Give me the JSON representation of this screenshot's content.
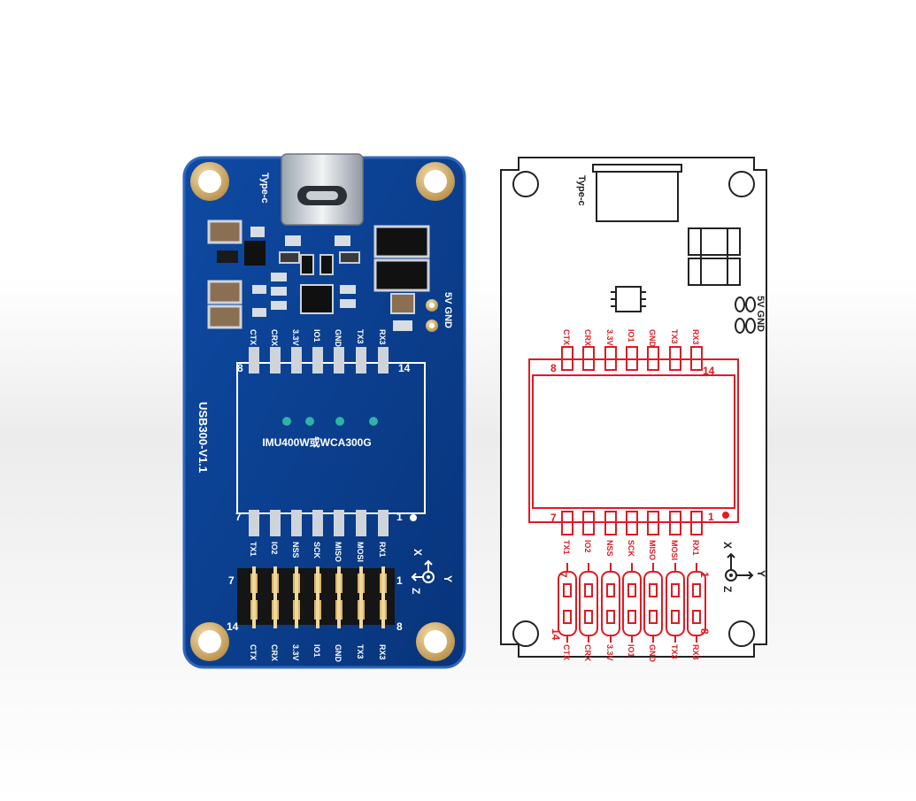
{
  "board": {
    "usb_label": "Type-c",
    "power_label": "5V GND",
    "module_label": "IMU400W或WCA300G",
    "version_label": "USB300-V1.1",
    "pin_8": "8",
    "pin_14": "14",
    "pin_7": "7",
    "pin_1": "1",
    "header_7": "7",
    "header_1": "1",
    "header_14": "14",
    "header_8": "8",
    "axis_x": "X",
    "axis_y": "Y",
    "axis_z": "Z",
    "top_pins": [
      "CTX",
      "CRX",
      "3.3V",
      "IO1",
      "GND",
      "TX3",
      "RX3"
    ],
    "bottom_pins": [
      "TX1",
      "IO2",
      "NSS",
      "SCK",
      "MISO",
      "MOSI",
      "RX1"
    ],
    "header_labels": [
      "CTX",
      "CRX",
      "3.3V",
      "IO1",
      "GND",
      "TX3",
      "RX3"
    ]
  },
  "diagram": {
    "usb_label": "Type-c",
    "power_label": "5V GND",
    "pin_8": "8",
    "pin_14": "14",
    "pin_7": "7",
    "pin_1": "1",
    "header_7": "7",
    "header_1": "1",
    "header_14": "14",
    "header_8": "8",
    "axis_x": "X",
    "axis_y": "Y",
    "axis_z": "Z",
    "top_pins": [
      "CTX",
      "CRX",
      "3.3V",
      "IO1",
      "GND",
      "TX3",
      "RX3"
    ],
    "bottom_pins": [
      "TX1",
      "IO2",
      "NSS",
      "SCK",
      "MISO",
      "MOSI",
      "RX1"
    ],
    "header_labels": [
      "CTX",
      "CRX",
      "3.3V",
      "IO1",
      "GND",
      "TX3",
      "RX3"
    ]
  },
  "colors": {
    "pcb": "#0b3d8c",
    "pcb_dark": "#06285c",
    "pcb_edge": "#2e5fb0",
    "silk": "#ffffff",
    "gold": "#d8b46a",
    "outline_red": "#e01b22",
    "outline_black": "#222222"
  }
}
